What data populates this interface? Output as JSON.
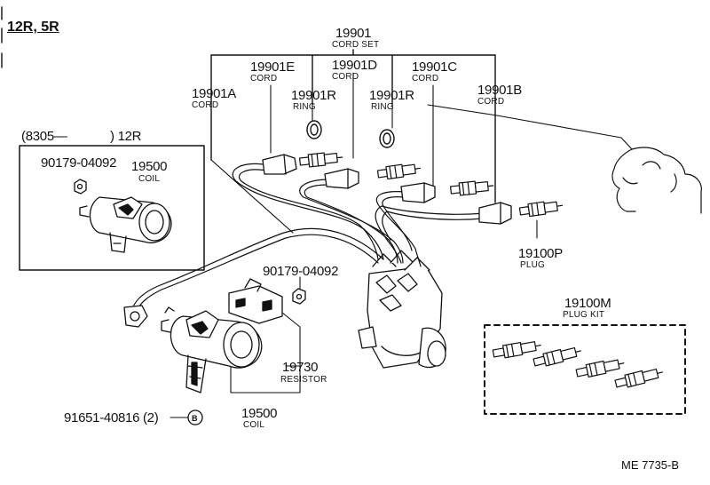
{
  "diagram": {
    "model_heading": "12R, 5R",
    "inset": {
      "heading_left": "(8305—",
      "heading_right": ") 12R",
      "nut_part": "90179-04092",
      "coil_part": "19500",
      "coil_name": "COIL"
    },
    "labels": {
      "cord_set_no": "19901",
      "cord_set_name": "CORD SET",
      "cord_e_no": "19901E",
      "cord_e_name": "CORD",
      "cord_d_no": "19901D",
      "cord_d_name": "CORD",
      "cord_c_no": "19901C",
      "cord_c_name": "CORD",
      "cord_a_no": "19901A",
      "cord_a_name": "CORD",
      "cord_b_no": "19901B",
      "cord_b_name": "CORD",
      "ring1_no": "19901R",
      "ring1_name": "RING",
      "ring2_no": "19901R",
      "ring2_name": "RING",
      "plug_no": "19100P",
      "plug_name": "PLUG",
      "plug_kit_no": "19100M",
      "plug_kit_name": "PLUG KIT",
      "nut_no": "90179-04092",
      "resistor_no": "19730",
      "resistor_name": "RESISTOR",
      "coil_no": "19500",
      "coil_name": "COIL",
      "bolt_no": "91651-40816 (2)",
      "bolt_ref": "B"
    },
    "figure_code": "ME  7735-B"
  }
}
